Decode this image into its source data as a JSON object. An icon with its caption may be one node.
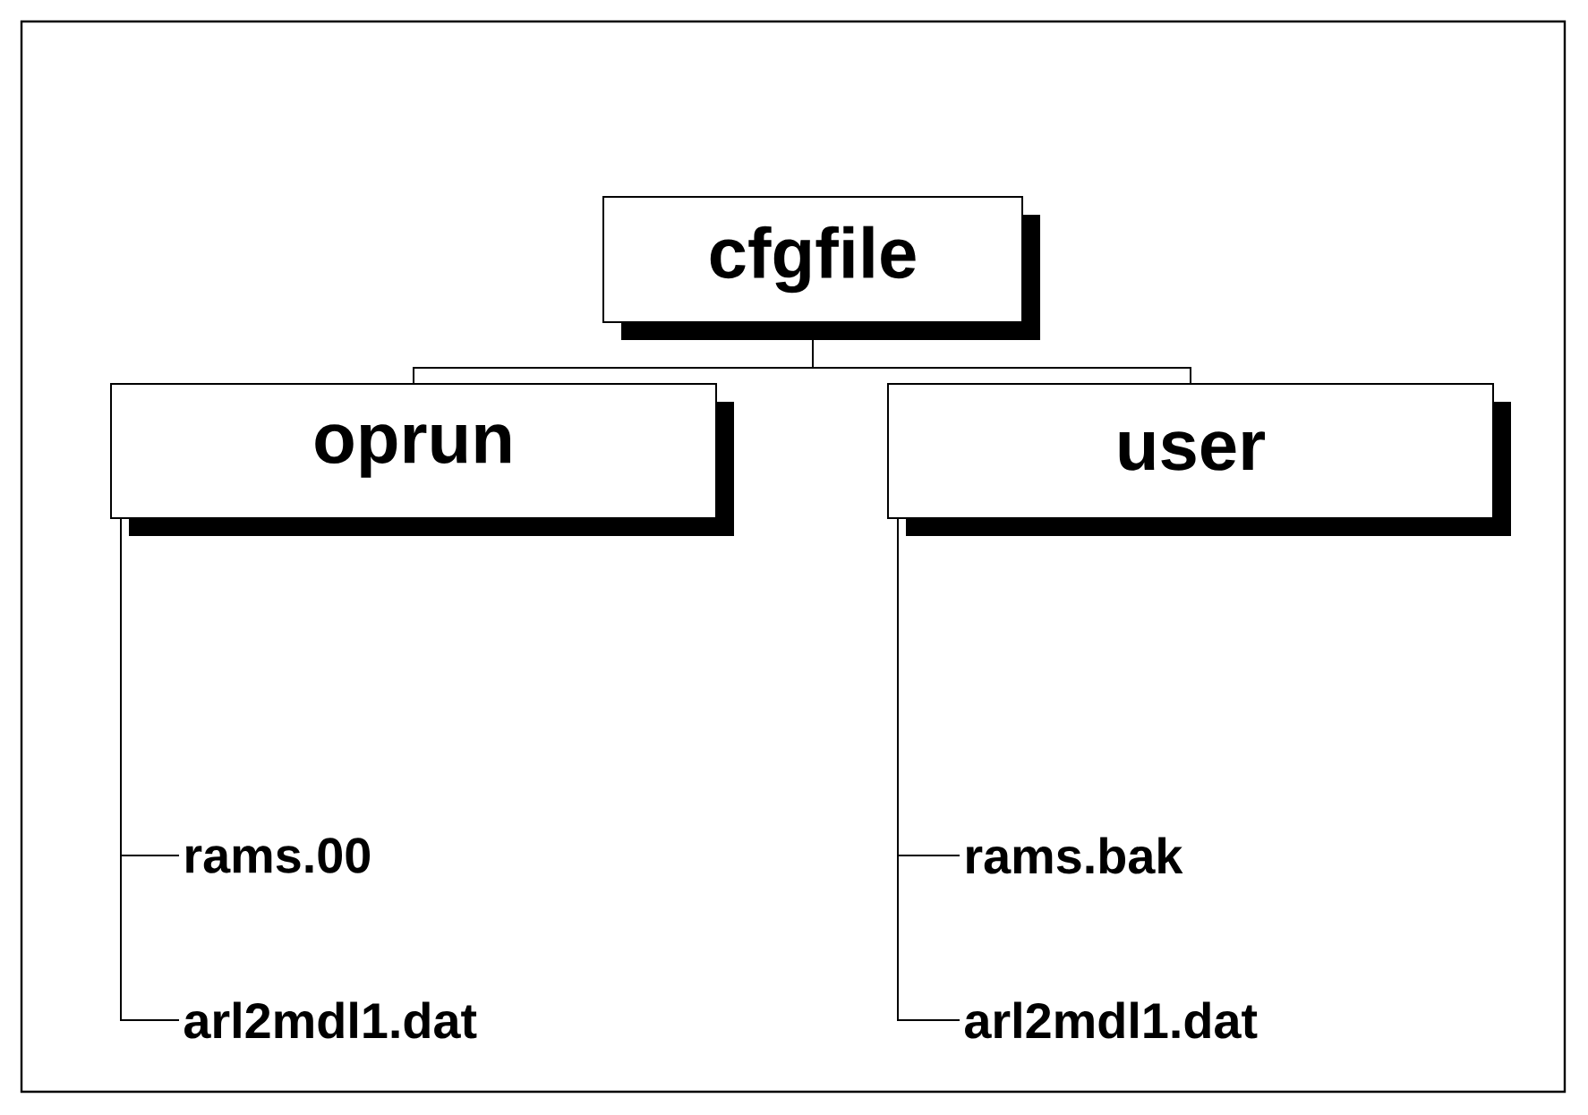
{
  "diagram": {
    "nodes": [
      {
        "text": [
          "cfgfile"
        ]
      },
      {
        "text": [
          "oprun"
        ]
      },
      {
        "text": [
          "user"
        ]
      },
      {
        "text": [
          "rams.00"
        ]
      },
      {
        "text": [
          "arl2mdl1.dat"
        ]
      },
      {
        "text": [
          "rams.bak"
        ]
      },
      {
        "text": [
          "arl2mdl1.dat"
        ]
      }
    ],
    "edges": [
      {
        "from": 0,
        "to": 1,
        "arrow": "none"
      },
      {
        "from": 0,
        "to": 2,
        "arrow": "none"
      },
      {
        "from": 1,
        "to": 3,
        "arrow": "none"
      },
      {
        "from": 1,
        "to": 4,
        "arrow": "none"
      },
      {
        "from": 2,
        "to": 5,
        "arrow": "none"
      },
      {
        "from": 2,
        "to": 6,
        "arrow": "none"
      }
    ]
  }
}
